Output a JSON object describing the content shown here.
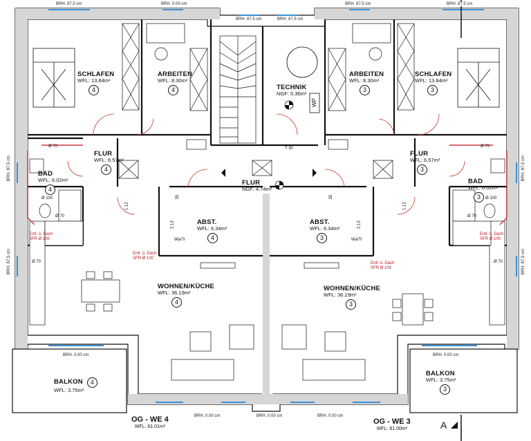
{
  "rooms": {
    "schlafen_l": {
      "name": "SCHLAFEN",
      "area": "WFL: 13.84m²",
      "unit": "4"
    },
    "arbeiten_l": {
      "name": "ARBEITEN",
      "area": "WFL: 8.30m²",
      "unit": "4"
    },
    "flur_l": {
      "name": "FLUR",
      "area": "WFL: 6.57m²",
      "unit": "4"
    },
    "bad_l": {
      "name": "BAD",
      "area": "WFL: 6.02m²",
      "unit": "4"
    },
    "abst_l": {
      "name": "ABST.",
      "area": "WFL: 6.34m²",
      "unit": "4"
    },
    "wohnen_l": {
      "name": "WOHNEN/KÜCHE",
      "area": "WFL: 36.19m²",
      "unit": "4"
    },
    "balkon_l": {
      "name": "BALKON",
      "area": "WFL: 3.75m²",
      "unit": "4"
    },
    "technik": {
      "name": "TECHNIK",
      "area": "NGF: 5.36m²"
    },
    "flur_c": {
      "name": "FLUR",
      "area": "NGF: 4.74m²"
    },
    "arbeiten_r": {
      "name": "ARBEITEN",
      "area": "WFL: 8.30m²",
      "unit": "3"
    },
    "schlafen_r": {
      "name": "SCHLAFEN",
      "area": "WFL: 13.84m²",
      "unit": "3"
    },
    "flur_r": {
      "name": "FLUR",
      "area": "WFL: 6.57m²",
      "unit": "3"
    },
    "bad_r": {
      "name": "BAD",
      "area": "WFL: 6.02m²",
      "unit": "3"
    },
    "abst_r": {
      "name": "ABST.",
      "area": "WFL: 6.34m²",
      "unit": "3"
    },
    "wohnen_r": {
      "name": "WOHNEN/KÜCHE",
      "area": "WFL: 36.19m²",
      "unit": "3"
    },
    "balkon_r": {
      "name": "BALKON",
      "area": "WFL: 3.75m²",
      "unit": "3"
    }
  },
  "units": {
    "we4": {
      "name": "OG - WE 4",
      "area": "WFL: 81.01m²"
    },
    "we3": {
      "name": "OG - WE 3",
      "area": "WFL: 81.00m²"
    }
  },
  "brh": {
    "h875": "BRH. 87,5 cm",
    "h000": "BRH. 0.00 cm",
    "v875": "BRH. 87,5 cm"
  },
  "dims": {
    "d112": "1.12",
    "d213": "2.13",
    "d35": "35"
  },
  "labels": {
    "wp": "WP",
    "t30": "T 30",
    "watr": "Wa/Tr",
    "o70": "Ø 70",
    "o100": "Ø 100",
    "section": "A"
  },
  "pipes": {
    "line1": "Entl. ü. Dach",
    "line2": "SFR Ø 100"
  }
}
